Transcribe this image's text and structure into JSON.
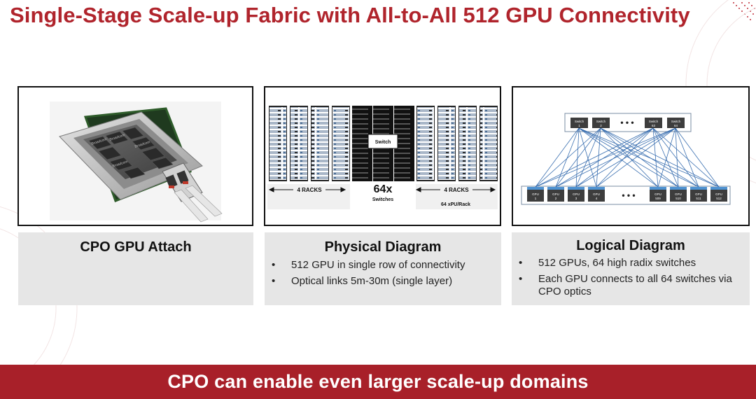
{
  "title": "Single-Stage Scale-up Fabric with All-to-All 512 GPU Connectivity",
  "panels": [
    {
      "heading": "CPO GPU Attach",
      "chip_labels": [
        "Broadcom",
        "Broadcom",
        "Broadcom",
        "Broadcom"
      ]
    },
    {
      "heading": "Physical Diagram",
      "bullets": [
        "512 GPU in single row of connectivity",
        "Optical links 5m-30m (single layer)"
      ],
      "switch_label": "Switch",
      "switch_count": "64x",
      "switches_word": "Switches",
      "racks_left": "4 RACKS",
      "racks_right": "4 RACKS",
      "xpu_per_rack": "64 xPU/Rack"
    },
    {
      "heading": "Logical Diagram",
      "bullets": [
        "512 GPUs, 64 high radix switches",
        "Each GPU connects to all 64 switches via CPO optics"
      ],
      "switch_word": "Switch",
      "switch_numbers": [
        "1",
        "2",
        "63",
        "64"
      ],
      "gpu_word": "GPU",
      "gpu_numbers": [
        "1",
        "2",
        "3",
        "4",
        "509",
        "510",
        "511",
        "512"
      ],
      "ellipsis": "• • •"
    }
  ],
  "banner": "CPO can enable even larger scale-up domains",
  "colors": {
    "accent": "#b0242c",
    "banner": "#a82029",
    "caption_bg": "#e6e6e6",
    "link": "#3a6fb0"
  }
}
